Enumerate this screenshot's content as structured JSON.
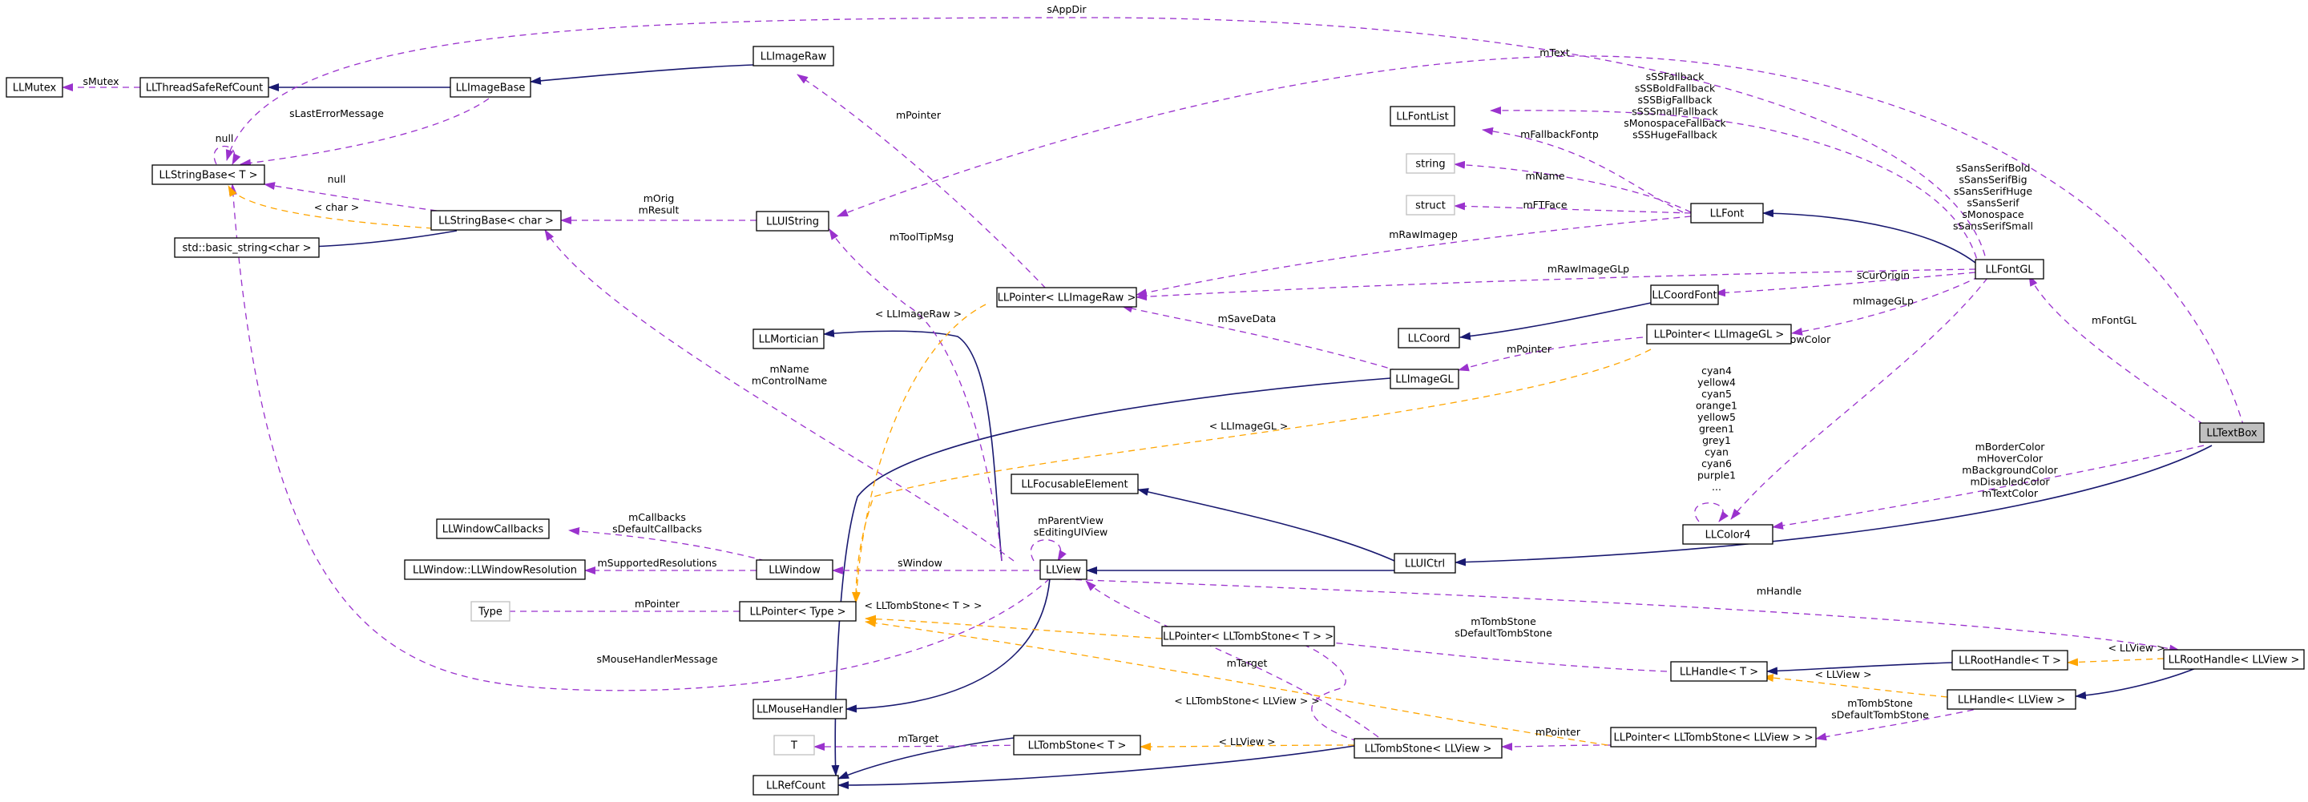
{
  "nodes": {
    "LLMutex": "LLMutex",
    "LLThreadSafeRefCount": "LLThreadSafeRefCount",
    "LLImageBase": "LLImageBase",
    "LLImageRaw": "LLImageRaw",
    "LLStringBase_T": "LLStringBase< T >",
    "std_basic_string": "std::basic_string<char >",
    "LLStringBase_char": "LLStringBase< char >",
    "LLUIString": "LLUIString",
    "LLFontList": "LLFontList",
    "string": "string",
    "struct": "struct",
    "LLFont": "LLFont",
    "LLFontGL": "LLFontGL",
    "LLPointer_LLImageRaw": "LLPointer< LLImageRaw >",
    "LLMortician": "LLMortician",
    "LLCoordFont": "LLCoordFont",
    "LLCoord": "LLCoord",
    "LLPointer_LLImageGL": "LLPointer< LLImageGL >",
    "LLImageGL": "LLImageGL",
    "LLFocusableElement": "LLFocusableElement",
    "LLColor4": "LLColor4",
    "LLTextBox": "LLTextBox",
    "LLWindowCallbacks": "LLWindowCallbacks",
    "LLWindowResolution": "LLWindow::LLWindowResolution",
    "LLWindow": "LLWindow",
    "LLView": "LLView",
    "LLUICtrl": "LLUICtrl",
    "Type": "Type",
    "LLPointer_Type": "LLPointer< Type >",
    "LLPointer_LLTombStone_T": "LLPointer< LLTombStone< T > >",
    "LLHandle_T": "LLHandle< T >",
    "LLRootHandle_T": "LLRootHandle< T >",
    "LLRootHandle_LLView": "LLRootHandle< LLView >",
    "LLHandle_LLView": "LLHandle< LLView >",
    "LLMouseHandler": "LLMouseHandler",
    "T": "T",
    "LLTombStone_T": "LLTombStone< T >",
    "LLTombStone_LLView": "LLTombStone< LLView >",
    "LLPointer_LLTombStone_LLView": "LLPointer< LLTombStone< LLView > >",
    "LLRefCount": "LLRefCount"
  },
  "edge_labels": {
    "sAppDir": "sAppDir",
    "mText": "mText",
    "sMutex": "sMutex",
    "sLastErrorMessage": "sLastErrorMessage",
    "null_self": "null",
    "null_base": "null",
    "char_tpl": "< char >",
    "mOrig_mResult": [
      "mOrig",
      "mResult"
    ],
    "mPointer_raw": "mPointer",
    "fallbacks": [
      "sSSFallback",
      "sSSBoldFallback",
      "sSSBigFallback",
      "sSSSmallFallback",
      "sMonospaceFallback",
      "sSSHugeFallback"
    ],
    "mFallbackFontp": "mFallbackFontp",
    "mName_font": "mName",
    "mFTFace": "mFTFace",
    "font_statics": [
      "sSansSerifBold",
      "sSansSerifBig",
      "sSansSerifHuge",
      "sSansSerif",
      "sMonospace",
      "sSansSerifSmall"
    ],
    "mRawImagep": "mRawImagep",
    "mRawImageGLp": "mRawImageGLp",
    "sCurOrigin": "sCurOrigin",
    "mImageGLp": "mImageGLp",
    "mToolTipMsg": "mToolTipMsg",
    "LLImageRaw_tpl": "< LLImageRaw >",
    "mSaveData": "mSaveData",
    "mFontGL": "mFontGL",
    "sShadowColor": "sShadowColor",
    "mPointer_gl": "mPointer",
    "colors": [
      "cyan4",
      "yellow4",
      "cyan5",
      "orange1",
      "yellow5",
      "green1",
      "grey1",
      "cyan",
      "cyan6",
      "purple1",
      "..."
    ],
    "textbox_colors": [
      "mBorderColor",
      "mHoverColor",
      "mBackgroundColor",
      "mDisabledColor",
      "mTextColor"
    ],
    "mName_ctrl": [
      "mName",
      "mControlName"
    ],
    "LLImageGL_tpl": "< LLImageGL >",
    "mParentView": [
      "mParentView",
      "sEditingUIView"
    ],
    "mCallbacks": [
      "mCallbacks",
      "sDefaultCallbacks"
    ],
    "mSupportedResolutions": "mSupportedResolutions",
    "sWindow": "sWindow",
    "mPointer_type": "mPointer",
    "LLTombStone_T_tpl": "< LLTombStone< T > >",
    "mHandle": "mHandle",
    "mTombStone_T": [
      "mTombStone",
      "sDefaultTombStone"
    ],
    "sMouseHandlerMessage": "sMouseHandlerMessage",
    "LLView_tpl_root": "< LLView >",
    "LLView_tpl_handle": "< LLView >",
    "mTarget_view": "mTarget",
    "LLTombStone_LLView_tpl": "< LLTombStone< LLView > >",
    "mTombStone_view": [
      "mTombStone",
      "sDefaultTombStone"
    ],
    "mPointer_ts": "mPointer",
    "mTarget_T": "mTarget",
    "LLView_tpl_ts": "< LLView >"
  },
  "colors": {
    "inheritance": "#191970",
    "usage": "#9a32cd",
    "template": "#ffa500",
    "highlight_fill": "#bfbfbf",
    "ghost_border": "#bfbfbf"
  }
}
